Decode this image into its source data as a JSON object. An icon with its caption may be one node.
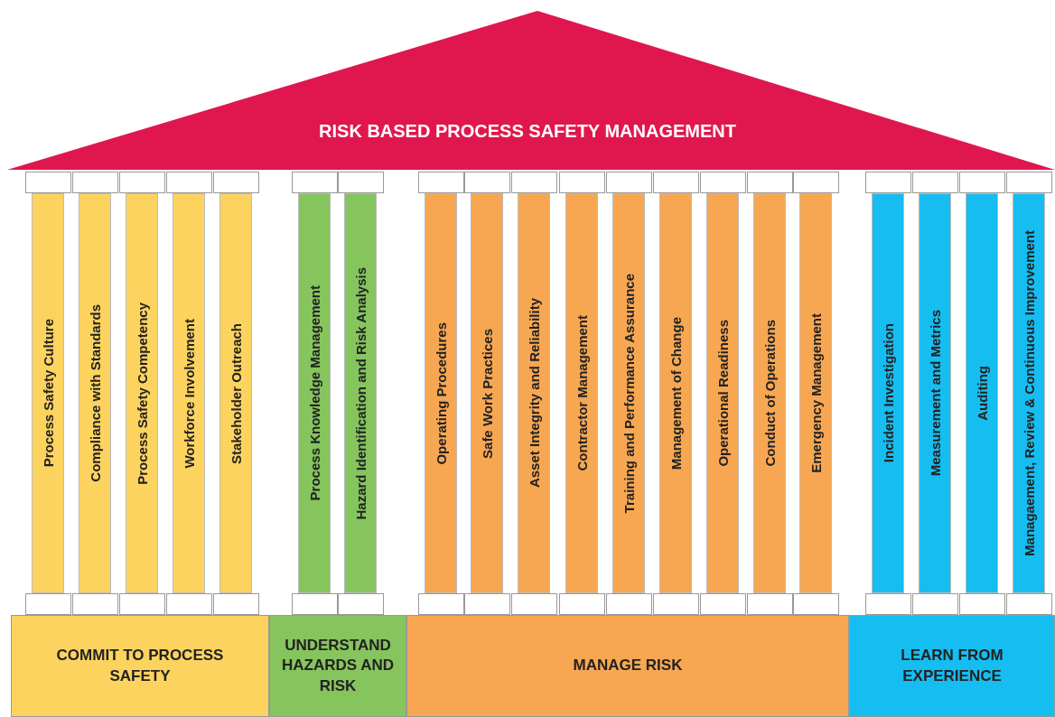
{
  "diagram": {
    "nodes": [
      {
        "text": [
          "RISK BASED PROCESS SAFETY MANAGEMENT"
        ]
      },
      {
        "text": [
          "Process Safety Culture"
        ]
      },
      {
        "text": [
          "Compliance with Standards"
        ]
      },
      {
        "text": [
          "Process Safety Competency"
        ]
      },
      {
        "text": [
          "Workforce Involvement"
        ]
      },
      {
        "text": [
          "Stakeholder Outreach"
        ]
      },
      {
        "text": [
          "Process Knowledge Management"
        ]
      },
      {
        "text": [
          "Hazard Identification and Risk Analysis"
        ]
      },
      {
        "text": [
          "Operating Procedures"
        ]
      },
      {
        "text": [
          "Safe Work Practices"
        ]
      },
      {
        "text": [
          "Asset Integrity and Reliability"
        ]
      },
      {
        "text": [
          "Contractor Management"
        ]
      },
      {
        "text": [
          "Training and Performance Assurance"
        ]
      },
      {
        "text": [
          "Management of Change"
        ]
      },
      {
        "text": [
          "Operational Readiness"
        ]
      },
      {
        "text": [
          "Conduct of Operations"
        ]
      },
      {
        "text": [
          "Emergency Management"
        ]
      },
      {
        "text": [
          "Incident Investigation"
        ]
      },
      {
        "text": [
          "Measurement and Metrics"
        ]
      },
      {
        "text": [
          "Auditing"
        ]
      },
      {
        "text": [
          "Managaement, Review & Continuous Improvement"
        ]
      },
      {
        "text": [
          "COMMIT TO PROCESS SAFETY"
        ]
      },
      {
        "text": [
          "UNDERSTAND HAZARDS AND RISK"
        ]
      },
      {
        "text": [
          "MANAGE RISK"
        ]
      },
      {
        "text": [
          "LEARN FROM EXPERIENCE"
        ]
      }
    ]
  }
}
